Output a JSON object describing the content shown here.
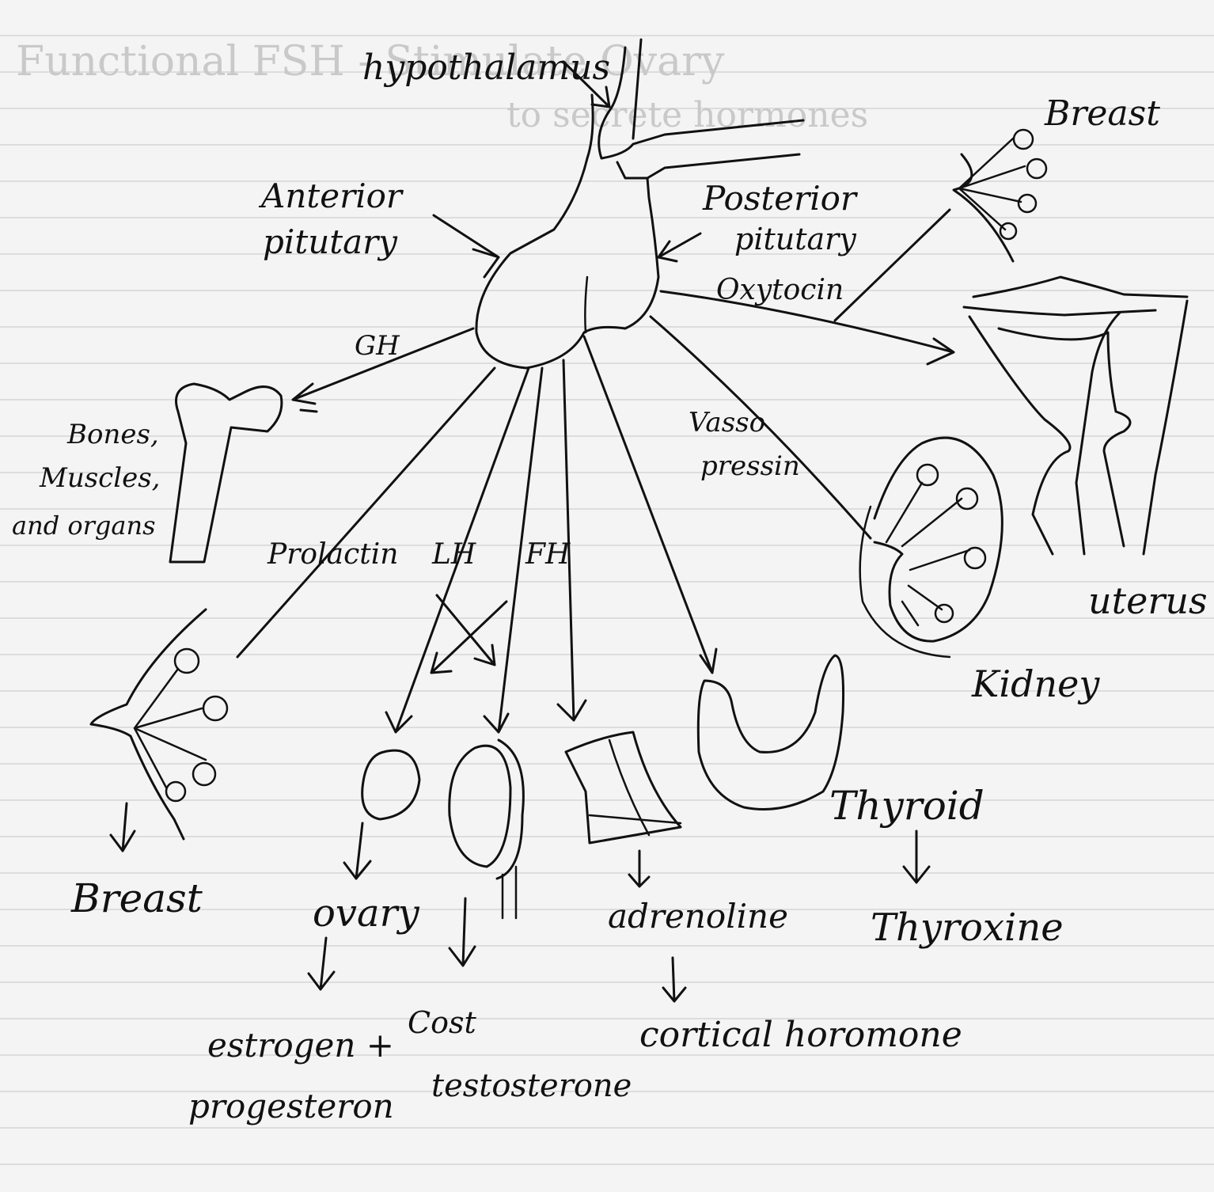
{
  "diagram": {
    "ghost_text": {
      "line1": "Functional FSH - Stimulate Ovary",
      "line2": "to secrete hormones"
    },
    "labels": {
      "hypothalamus": "hypothalamus",
      "anterior_1": "Anterior",
      "anterior_2": "pitutary",
      "posterior_1": "Posterior",
      "posterior_2": "pitutary",
      "oxytocin": "Oxytocin",
      "gh": "GH",
      "bones_1": "Bones,",
      "bones_2": "Muscles,",
      "bones_3": "and organs",
      "vasso_1": "Vasso",
      "vasso_2": "pressin",
      "prolactin": "Prolactin",
      "lh": "LH",
      "fh": "FH",
      "breast_top": "Breast",
      "uterus": "uterus",
      "kidney": "Kidney",
      "breast_bottom": "Breast",
      "ovary": "ovary",
      "thyroid": "Thyroid",
      "adrenaline": "adrenoline",
      "thyroxine": "Thyroxine",
      "estrogen": "estrogen +",
      "progesterone": "progesteron",
      "cost": "Cost",
      "testosterone": "testosterone",
      "cortical": "cortical horomone"
    }
  }
}
